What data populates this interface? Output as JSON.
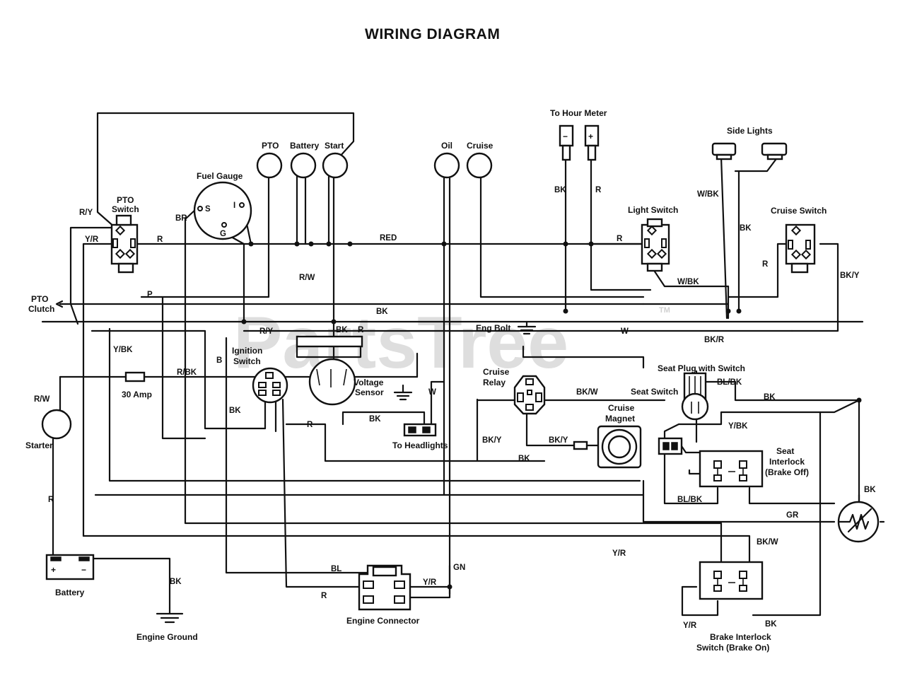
{
  "title": "WIRING DIAGRAM",
  "watermark": "PartsTree",
  "trademark": "TM",
  "components": {
    "pto_switch": [
      "PTO",
      "Switch"
    ],
    "fuel_gauge": "Fuel Gauge",
    "fuel_gauge_terminals": {
      "s": "S",
      "i": "I",
      "g": "G"
    },
    "pto_lamp": "PTO",
    "battery_lamp": "Battery",
    "start_lamp": "Start",
    "oil_lamp": "Oil",
    "cruise_lamp": "Cruise",
    "to_hour_meter": "To Hour Meter",
    "hour_meter_neg": "−",
    "hour_meter_pos": "+",
    "side_lights": "Side Lights",
    "light_switch": "Light Switch",
    "cruise_switch": "Cruise Switch",
    "pto_clutch": [
      "PTO",
      "Clutch"
    ],
    "eng_bolt": "Eng Bolt",
    "ignition_switch": [
      "Ignition",
      "Switch"
    ],
    "fuse": "30 Amp",
    "voltage_sensor": [
      "Voltage",
      "Sensor"
    ],
    "to_headlights": "To Headlights",
    "cruise_relay": [
      "Cruise",
      "Relay"
    ],
    "cruise_magnet": [
      "Cruise",
      "Magnet"
    ],
    "seat_plug": "Seat Plug with Switch",
    "seat_switch": "Seat Switch",
    "seat_interlock": [
      "Seat",
      "Interlock",
      "(Brake Off)"
    ],
    "starter": "Starter",
    "battery": "Battery",
    "battery_pos": "+",
    "battery_neg": "−",
    "engine_ground": "Engine Ground",
    "engine_connector": "Engine Connector",
    "brake_interlock": [
      "Brake Interlock",
      "Switch (Brake On)"
    ]
  },
  "wire_labels": {
    "ry_top": "R/Y",
    "yr_pto": "Y/R",
    "r_pto": "R",
    "br_gauge": "BR",
    "red_main": "RED",
    "bk_hour": "BK",
    "r_hour": "R",
    "wbk_side": "W/BK",
    "bk_side": "BK",
    "r_light": "R",
    "r_cruise_sw": "R",
    "wbk_light": "W/BK",
    "bky_cruise_sw": "BK/Y",
    "p_pto": "P",
    "rw_battery_lamp": "R/W",
    "bk_mid": "BK",
    "bk_voltage": "BK",
    "r_voltage": "R",
    "ry_ign": "R/Y",
    "w_relay": "W",
    "bkr_right": "BK/R",
    "ybk_left": "Y/BK",
    "b_ign": "B",
    "rbk_ign": "R/BK",
    "bk_ign": "BK",
    "rw_starter": "R/W",
    "r_ign_bottom": "R",
    "bk_headlight": "BK",
    "w_headlight": "W",
    "bkw_relay": "BK/W",
    "blbk_seat": "BL/BK",
    "bk_seat": "BK",
    "bky_relay": "BK/Y",
    "bky_magnet": "BK/Y",
    "bk_magnet": "BK",
    "ybk_seat": "Y/BK",
    "blbk_interlock": "BL/BK",
    "bk_right": "BK",
    "gr_right": "GR",
    "r_starter": "R",
    "yr_long": "Y/R",
    "bkw_brake": "BK/W",
    "bl_conn": "BL",
    "r_conn": "R",
    "yr_conn": "Y/R",
    "gn_conn": "GN",
    "bk_ground": "BK",
    "yr_brake": "Y/R",
    "bk_brake": "BK"
  }
}
